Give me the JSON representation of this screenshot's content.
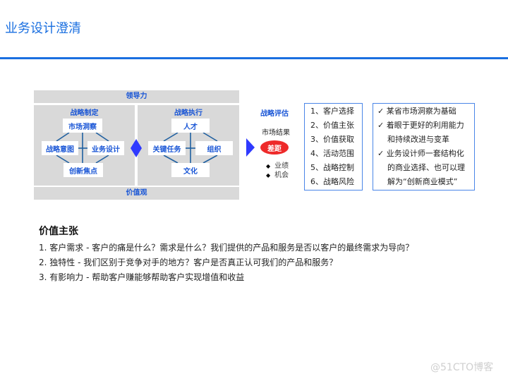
{
  "header": {
    "title": "业务设计澄清",
    "accent_color": "#1a6fe0"
  },
  "diagram": {
    "top_bar": "领导力",
    "bottom_bar": "价值观",
    "left_panel": {
      "title": "战略制定",
      "top": "市场洞察",
      "left": "战略意图",
      "right": "业务设计",
      "bottom": "创新焦点"
    },
    "right_panel": {
      "title": "战略执行",
      "top": "人才",
      "left": "关键任务",
      "right": "组织",
      "bottom": "文化"
    },
    "evaluation": {
      "title": "战略评估",
      "market_result": "市场结果",
      "gap": "差距",
      "bullets": [
        "业绩",
        "机会"
      ]
    },
    "elements_list": [
      "1、客户选择",
      "2、价值主张",
      "3、价值获取",
      "4、活动范围",
      "5、战略控制",
      "6、战略风险"
    ],
    "notes": [
      {
        "check": "✓",
        "lines": [
          "某省市场洞察为基础"
        ]
      },
      {
        "check": "✓",
        "lines": [
          "着眼于更好的利用能力",
          "和持续改进与变革"
        ]
      },
      {
        "check": "✓",
        "lines": [
          "业务设计师一套结构化",
          "的商业选择、也可以理",
          "解为“创新商业模式”"
        ]
      }
    ],
    "colors": {
      "panel_gray": "#d9d9d9",
      "text_blue": "#1a56d6",
      "shape_blue": "#2f3aff",
      "gap_red": "#ee2a2a",
      "box_border": "#4a86e8"
    }
  },
  "value_proposition": {
    "title": "价值主张",
    "items": [
      "1. 客户需求 - 客户的痛是什么？需求是什么？我们提供的产品和服务是否以客户的最终需求为导向？",
      "2. 独特性 - 我们区别于竞争对手的地方？客户是否真正认可我们的产品和服务？",
      "3. 有影响力 - 帮助客户赚能够帮助客户实现增值和收益"
    ]
  },
  "watermark": "@51CTO博客"
}
